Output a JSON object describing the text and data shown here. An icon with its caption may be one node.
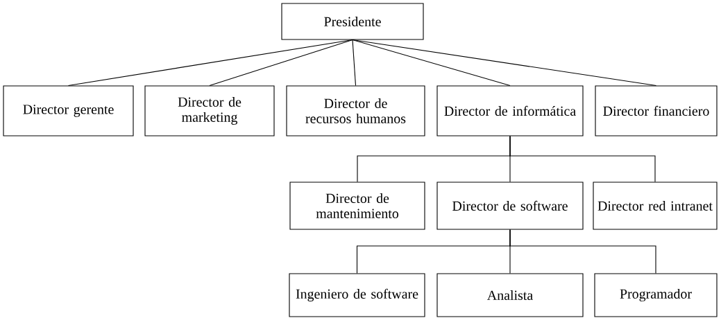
{
  "diagram": {
    "nodes": [
      {
        "text": [
          "Presidente"
        ]
      },
      {
        "text": [
          "Director gerente"
        ]
      },
      {
        "text": [
          "Director de marketing"
        ]
      },
      {
        "text": [
          "Director de recursos humanos"
        ]
      },
      {
        "text": [
          "Director de informática"
        ]
      },
      {
        "text": [
          "Director financiero"
        ]
      },
      {
        "text": [
          "Director de mantenimiento"
        ]
      },
      {
        "text": [
          "Director de software"
        ]
      },
      {
        "text": [
          "Director red intranet"
        ]
      },
      {
        "text": [
          "Ingeniero de software"
        ]
      },
      {
        "text": [
          "Analista"
        ]
      },
      {
        "text": [
          "Programador"
        ]
      }
    ],
    "edges": [
      {
        "from": 0,
        "to": 1,
        "arrow": "none"
      },
      {
        "from": 0,
        "to": 2,
        "arrow": "none"
      },
      {
        "from": 0,
        "to": 3,
        "arrow": "none"
      },
      {
        "from": 0,
        "to": 4,
        "arrow": "none"
      },
      {
        "from": 0,
        "to": 5,
        "arrow": "none"
      },
      {
        "from": 4,
        "to": 6,
        "arrow": "none"
      },
      {
        "from": 4,
        "to": 7,
        "arrow": "none"
      },
      {
        "from": 4,
        "to": 8,
        "arrow": "none"
      },
      {
        "from": 7,
        "to": 9,
        "arrow": "none"
      },
      {
        "from": 7,
        "to": 10,
        "arrow": "none"
      },
      {
        "from": 7,
        "to": 11,
        "arrow": "none"
      }
    ]
  }
}
